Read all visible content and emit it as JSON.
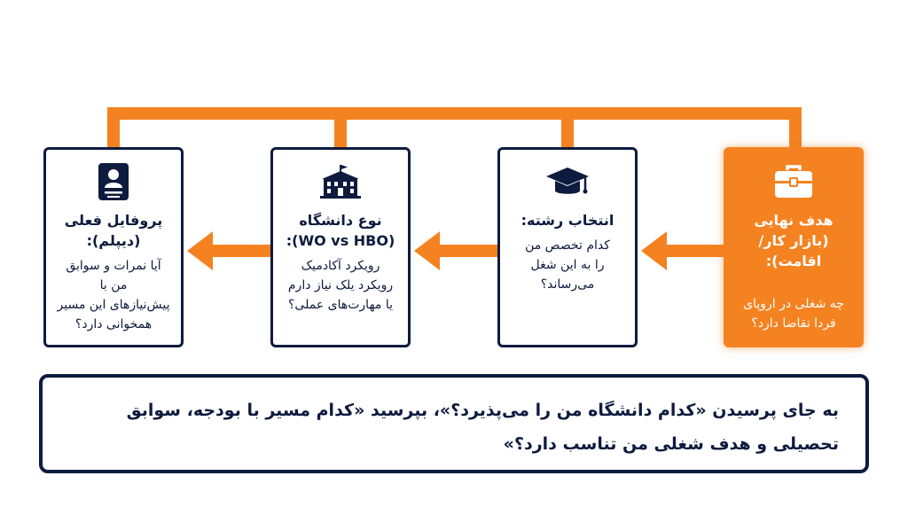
{
  "colors": {
    "accent": "#f58220",
    "navy": "#0d1b3e",
    "background": "#ffffff"
  },
  "cards": [
    {
      "id": "goal",
      "icon": "briefcase-icon",
      "title": "هدف نهایی\n(بازار کار/اقامت):",
      "desc": "چه شغلی در اروپای\nفردا تقاضا دارد؟"
    },
    {
      "id": "major",
      "icon": "graduation-cap-icon",
      "title": "انتخاب رشته:",
      "desc": "کدام تخصص من\nرا به این شغل\nمی‌رساند؟"
    },
    {
      "id": "university",
      "icon": "university-building-icon",
      "title": "نوع دانشگاه\n(WO vs HBO):",
      "desc": "رویکرد آکادمیک\nرویکرد یلک نیاز دارم\nیا مهارت‌های عملی؟"
    },
    {
      "id": "profile",
      "icon": "id-badge-icon",
      "title": "پروفایل فعلی\n(دیپلم):",
      "desc": "آیا نمرات و سوابق\nمن با\nپیش‌نیازهای این مسیر\nهمخوانی دارد؟"
    }
  ],
  "bottom_note": "به جای پرسیدن «کدام دانشگاه من را می‌پذیرد؟»، بپرسید «کدام مسیر با بودجه، سوابق تحصیلی و هدف شغلی من تناسب دارد؟»"
}
